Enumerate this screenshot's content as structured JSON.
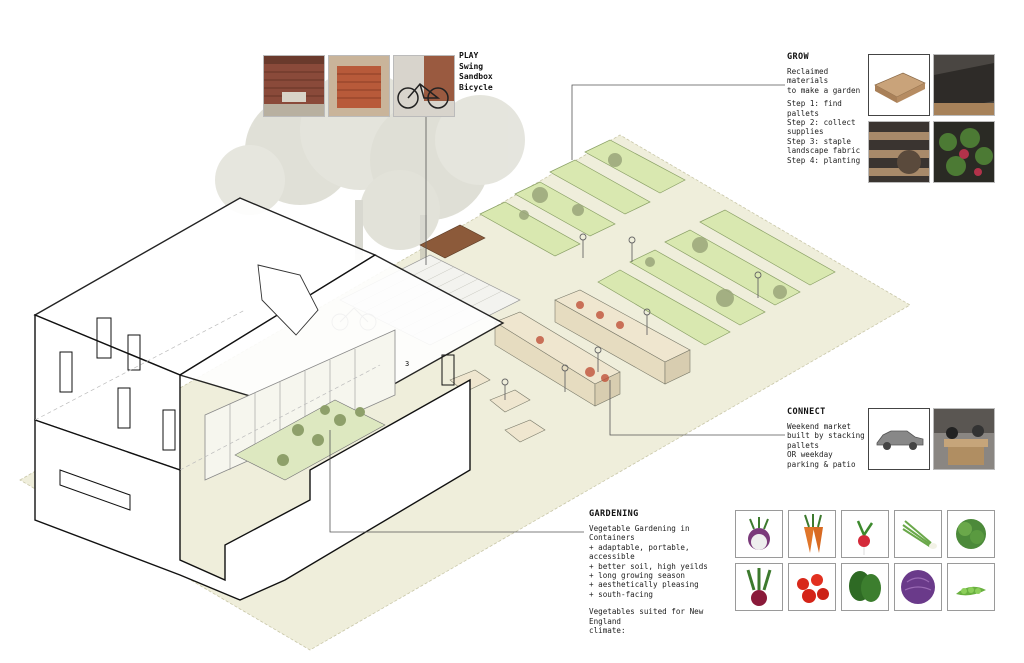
{
  "play": {
    "title": "PLAY",
    "items": [
      "Swing",
      "Sandbox",
      "Bicycle"
    ]
  },
  "grow": {
    "title": "GROW",
    "intro": [
      "Reclaimed materials",
      "to make a garden"
    ],
    "steps": [
      "Step 1: find pallets",
      "Step 2: collect",
      "supplies",
      "Step 3: staple",
      "landscape fabric",
      "Step 4: planting"
    ]
  },
  "connect": {
    "title": "CONNECT",
    "lines": [
      "Weekend market",
      "built by stacking",
      "pallets",
      "OR weekday",
      "parking & patio"
    ]
  },
  "gardening": {
    "title": "GARDENING",
    "lines": [
      "Vegetable Gardening in Containers",
      "+ adaptable, portable, accessible",
      "+ better soil, high yeilds",
      "+ long growing season",
      "+ aesthetically pleasing",
      "+ south-facing"
    ],
    "footer": [
      "Vegetables suited for New England",
      "climate:"
    ]
  },
  "marker": "3",
  "vegetables": [
    "turnip",
    "carrot",
    "radish",
    "scallion",
    "lettuce",
    "beet",
    "tomato",
    "spinach",
    "red-cabbage",
    "peas"
  ],
  "colors": {
    "ground": "#ecebd6",
    "planter": "#d9e7b4",
    "line": "#5a5a5a"
  }
}
